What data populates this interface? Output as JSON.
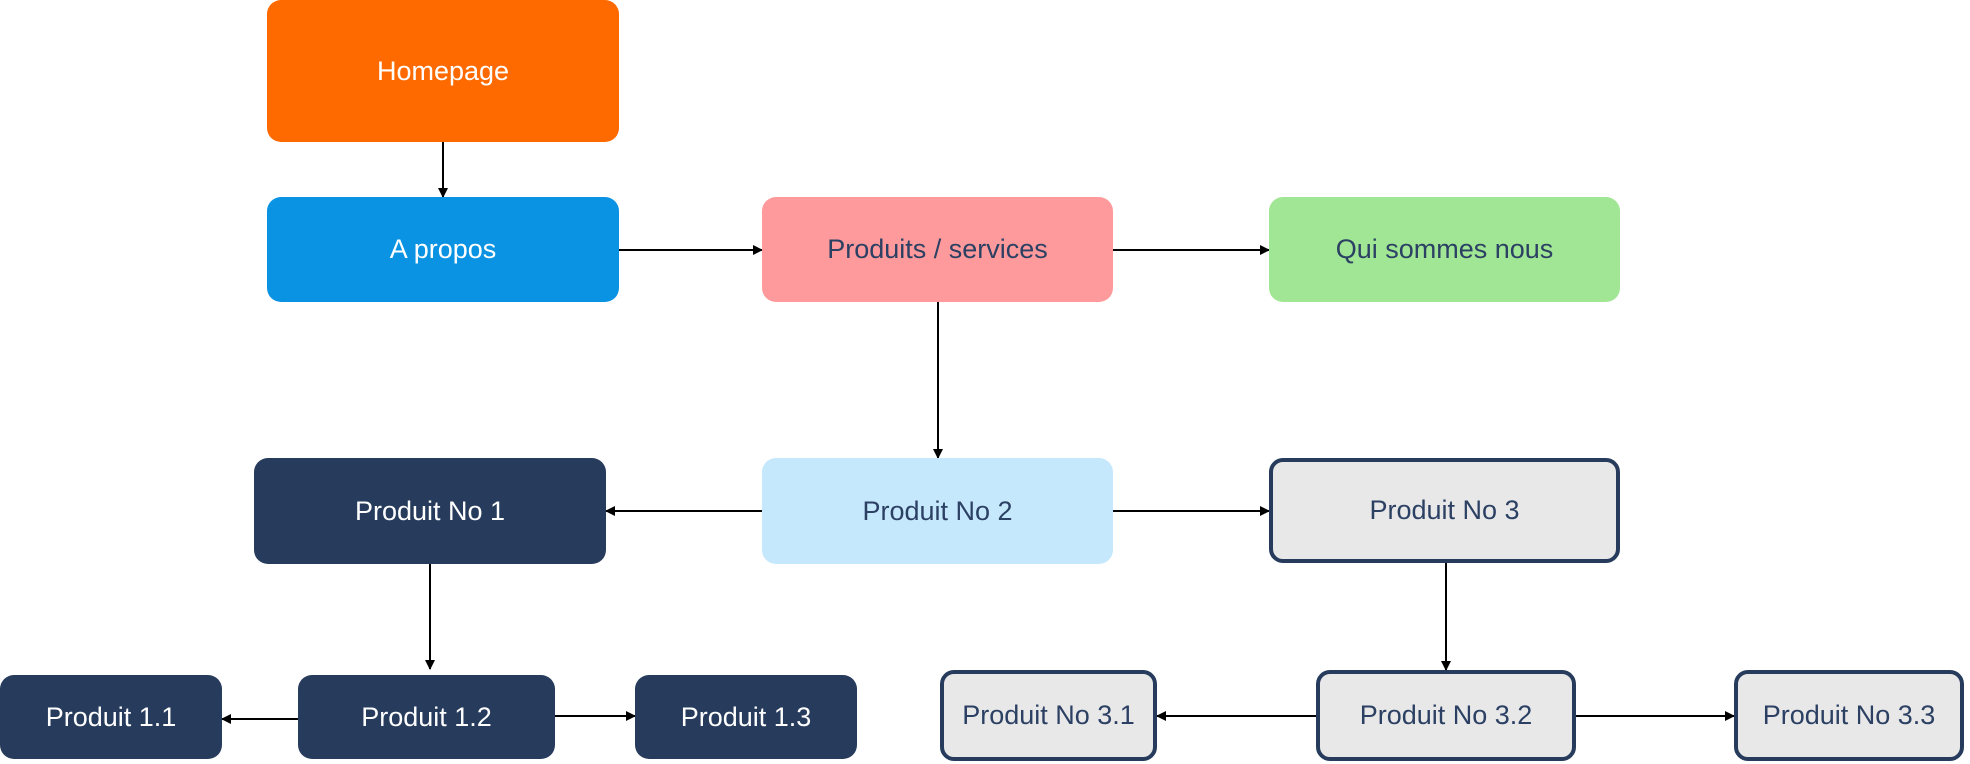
{
  "nodes": {
    "homepage": "Homepage",
    "apropos": "A propos",
    "produits_services": "Produits / services",
    "qui_sommes_nous": "Qui sommes nous",
    "produit_no_1": "Produit No 1",
    "produit_no_2": "Produit No 2",
    "produit_no_3": "Produit No 3",
    "produit_1_1": "Produit 1.1",
    "produit_1_2": "Produit 1.2",
    "produit_1_3": "Produit 1.3",
    "produit_no_3_1": "Produit No 3.1",
    "produit_no_3_2": "Produit No 3.2",
    "produit_no_3_3": "Produit No 3.3"
  },
  "colors": {
    "homepage": "#ff6a00",
    "apropos": "#0b93e3",
    "produits_services": "#ff9a9c",
    "qui_sommes_nous": "#a1e694",
    "dark_navy": "#273c5c",
    "light_blue": "#c6e8fc",
    "light_grey": "#e8e8e8",
    "dark_text": "#2b4063",
    "connector": "#000000"
  },
  "edges": [
    {
      "from": "homepage",
      "to": "apropos"
    },
    {
      "from": "apropos",
      "to": "produits_services"
    },
    {
      "from": "produits_services",
      "to": "qui_sommes_nous"
    },
    {
      "from": "produits_services",
      "to": "produit_no_2"
    },
    {
      "from": "produit_no_2",
      "to": "produit_no_1"
    },
    {
      "from": "produit_no_2",
      "to": "produit_no_3"
    },
    {
      "from": "produit_no_1",
      "to": "produit_1_2"
    },
    {
      "from": "produit_1_2",
      "to": "produit_1_1"
    },
    {
      "from": "produit_1_2",
      "to": "produit_1_3"
    },
    {
      "from": "produit_no_3",
      "to": "produit_no_3_2"
    },
    {
      "from": "produit_no_3_2",
      "to": "produit_no_3_1"
    },
    {
      "from": "produit_no_3_2",
      "to": "produit_no_3_3"
    }
  ]
}
